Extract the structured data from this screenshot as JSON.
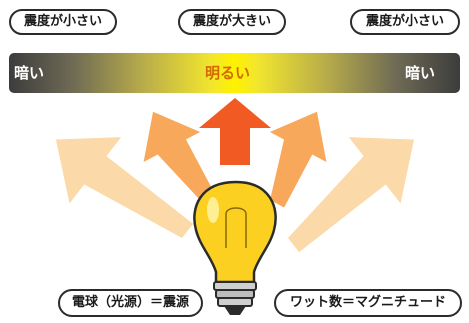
{
  "labels": {
    "weak_left": "震度が小さい",
    "strong_center": "震度が大きい",
    "weak_right": "震度が小さい"
  },
  "brightness": {
    "dark_left": "暗い",
    "bright_center": "明るい",
    "dark_right": "暗い"
  },
  "legend": {
    "bulb_equals_source": "電球（光源）＝震源",
    "watt_equals_magnitude": "ワット数＝マグニチュード"
  },
  "colors": {
    "arrow_strong": "#f15a22",
    "arrow_medium": "#f7a85a",
    "arrow_weak": "#fcd9a8",
    "bulb": "#fbd020",
    "band_bright": "#fff200",
    "band_dark": "#3c3c3c"
  }
}
